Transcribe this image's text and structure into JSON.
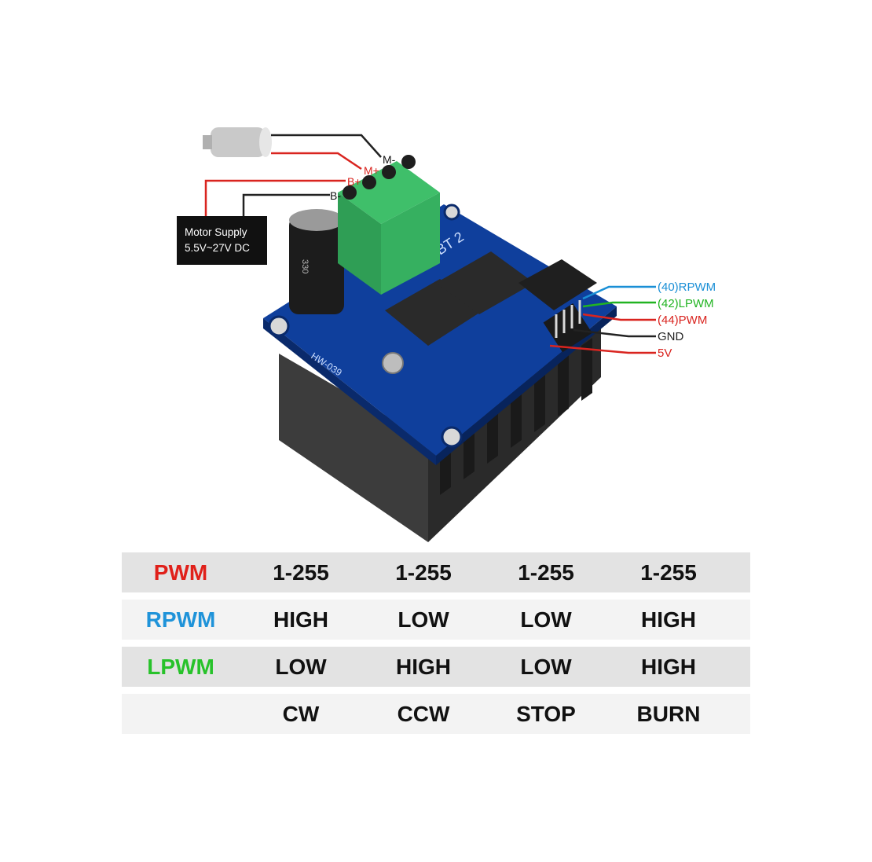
{
  "wiring": {
    "motor_minus": "M-",
    "motor_plus": "M+",
    "battery_plus": "B+",
    "battery_minus": "B-",
    "power_supply": {
      "line1": "Motor Supply",
      "line2": "5.5V~27V DC"
    }
  },
  "pins": [
    {
      "label": "(40)RPWM",
      "color": "#1a8fd6"
    },
    {
      "label": "(42)LPWM",
      "color": "#22b422"
    },
    {
      "label": "(44)PWM",
      "color": "#d9241f"
    },
    {
      "label": "GND",
      "color": "#222222"
    },
    {
      "label": "5V",
      "color": "#d9241f"
    }
  ],
  "board": {
    "silk_model": "BT 2",
    "silk_code": "HW-039",
    "cap_text": "330"
  },
  "truth_table": {
    "rows": [
      {
        "label": "PWM",
        "color": "#e0201a",
        "values": [
          "1-255",
          "1-255",
          "1-255",
          "1-255"
        ]
      },
      {
        "label": "RPWM",
        "color": "#1f93d9",
        "values": [
          "HIGH",
          "LOW",
          "LOW",
          "HIGH"
        ]
      },
      {
        "label": "LPWM",
        "color": "#27c22a",
        "values": [
          "LOW",
          "HIGH",
          "LOW",
          "HIGH"
        ]
      },
      {
        "label": "",
        "color": "#111111",
        "values": [
          "CW",
          "CCW",
          "STOP",
          "BURN"
        ]
      }
    ]
  }
}
